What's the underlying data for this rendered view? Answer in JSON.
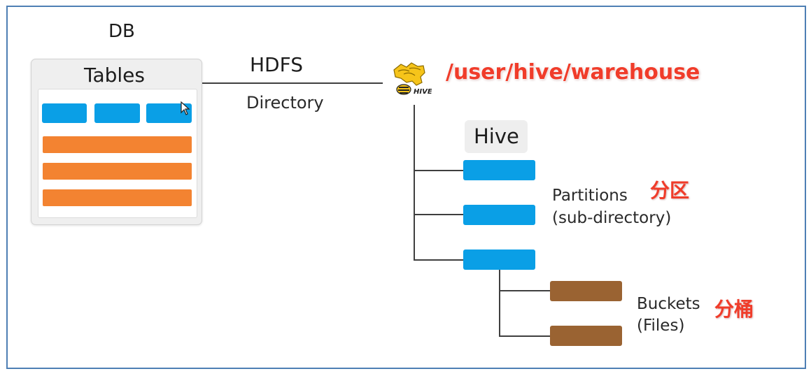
{
  "db_label": "DB",
  "tables_label": "Tables",
  "hdfs_label": "HDFS",
  "directory_label": "Directory",
  "warehouse_path": "/user/hive/warehouse",
  "hive_logo_text": "HIVE",
  "hive_label": "Hive",
  "partitions": {
    "label": "Partitions",
    "sublabel": "(sub-directory)",
    "chinese": "分区"
  },
  "buckets": {
    "label": "Buckets",
    "sublabel": "(Files)",
    "chinese": "分桶"
  },
  "colors": {
    "frame": "#4e7fb4",
    "column_blue": "#0a9fe6",
    "row_orange": "#f38331",
    "bucket_brown": "#9a6332",
    "annotation_red": "#f03c2a",
    "hive_yellow": "#f6c41a"
  },
  "icons": [
    "hive-bee-logo-icon",
    "mouse-cursor-icon"
  ]
}
